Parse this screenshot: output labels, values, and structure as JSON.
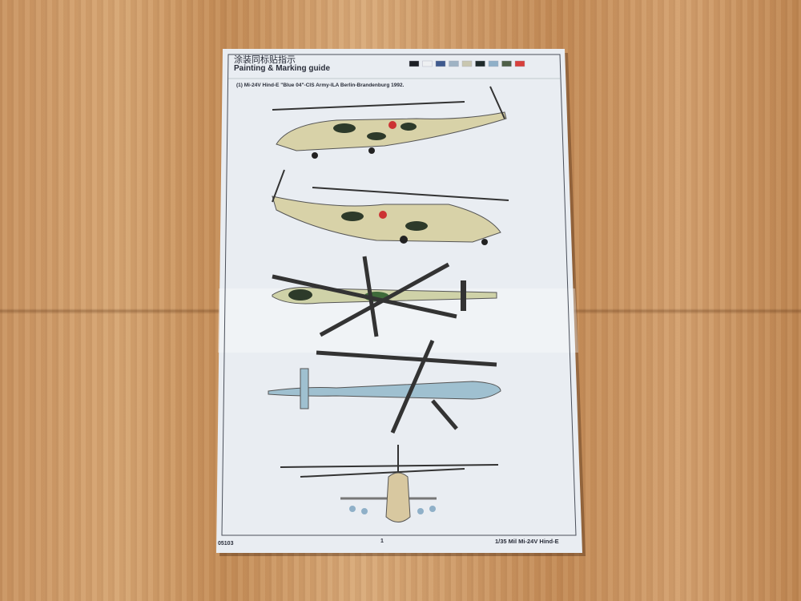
{
  "sheet": {
    "title_cn": "涂装同标贴指示",
    "title_en": "Painting & Marking guide",
    "scheme": "(1) Mi-24V Hind-E \"Blue 04\"-CIS Army-ILA Berlin-Brandenburg 1992.",
    "code": "05103",
    "page": "1",
    "model": "1/35  Mil Mi-24V Hind-E"
  },
  "swatches": [
    "#1c1f24",
    "#eef0f2",
    "#3e5a8e",
    "#9fb3c4",
    "#c9c7b0",
    "#1f2a2a",
    "#8fb0c8",
    "#4f6048",
    "#d8403c"
  ]
}
